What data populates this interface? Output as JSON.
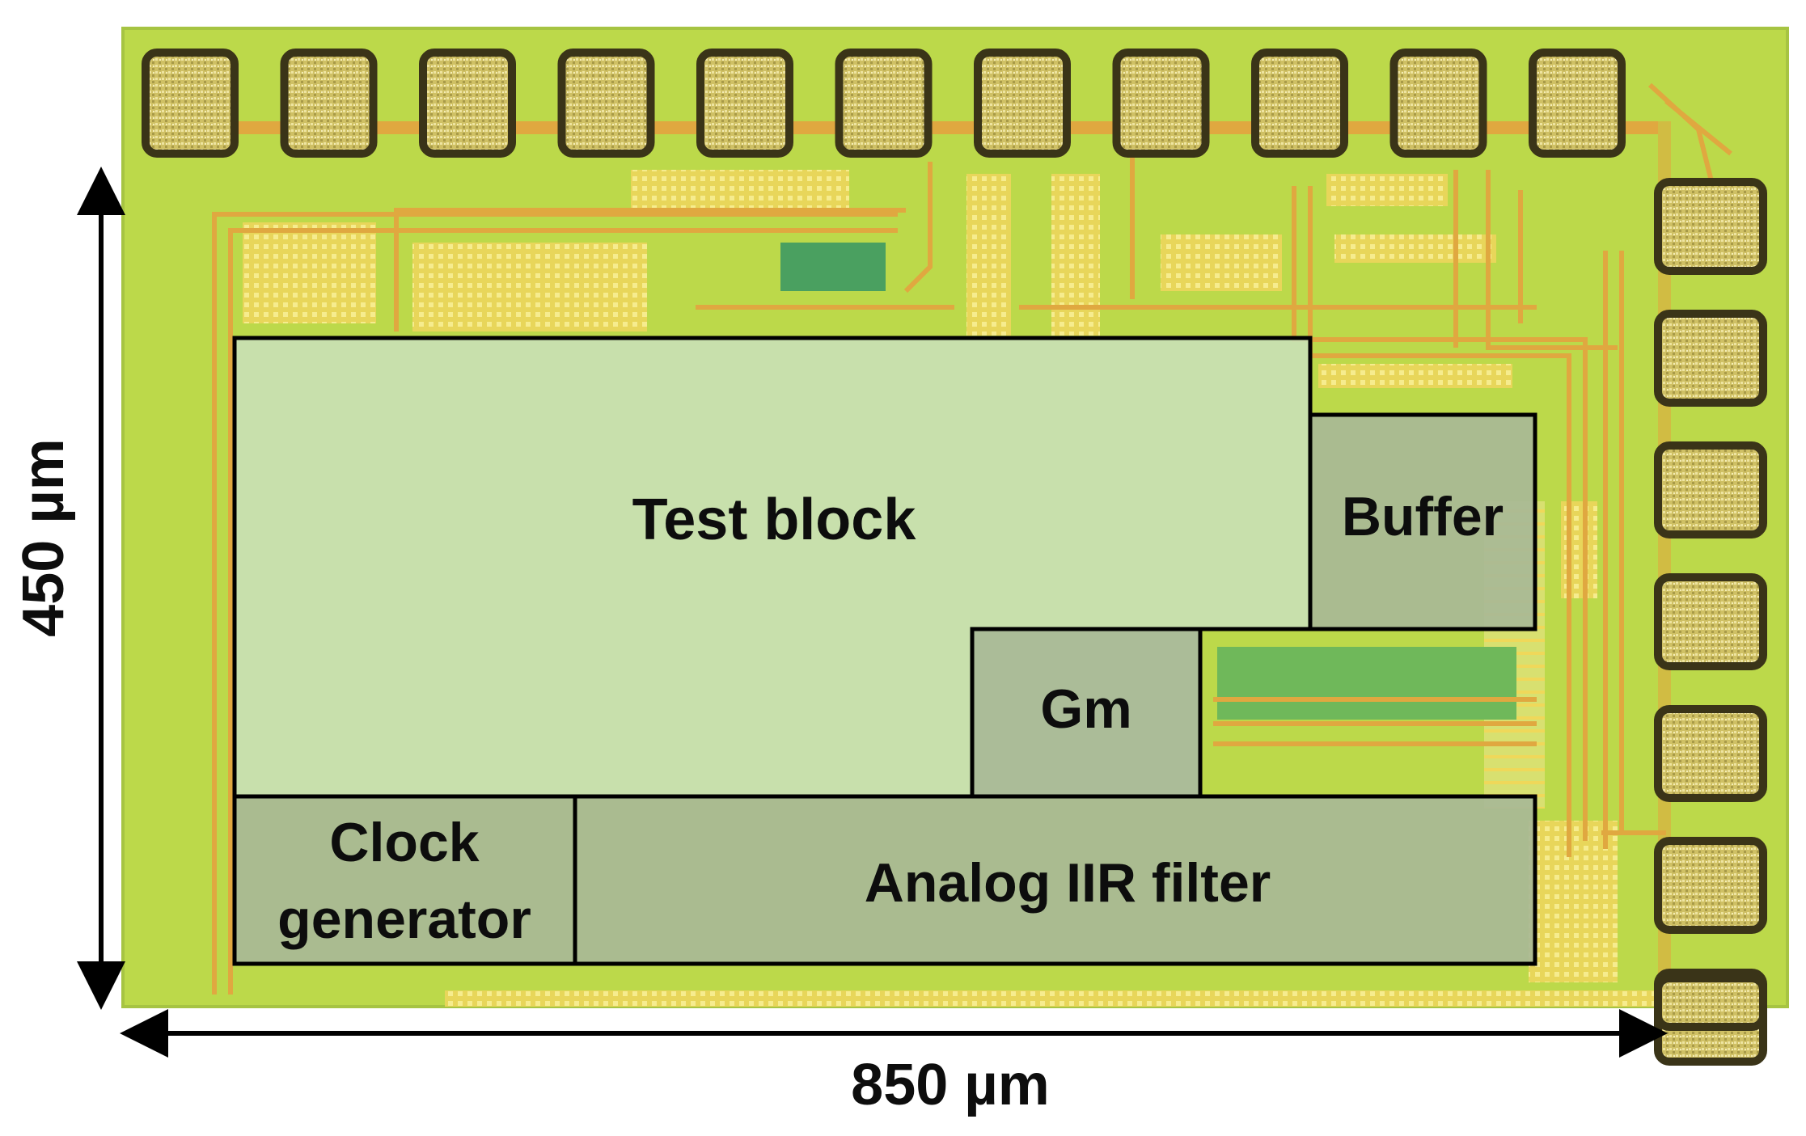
{
  "die": {
    "width_label": "850 µm",
    "height_label": "450 µm",
    "pad_count_top": 11,
    "pad_count_right": 7
  },
  "blocks": {
    "test_block": "Test block",
    "buffer": "Buffer",
    "gm": "Gm",
    "clock_line1": "Clock",
    "clock_line2": "generator",
    "iir_filter": "Analog IIR filter"
  },
  "colors": {
    "die_green": "#bcd94a",
    "metal_yellow": "#f2dc5a",
    "routing_orange": "#e0a840",
    "pad_gold": "#c8b85a",
    "pad_border": "#3a3418",
    "overlay_light": "#c9e0b4",
    "overlay_dark": "#a8b896",
    "outline": "#000000"
  }
}
